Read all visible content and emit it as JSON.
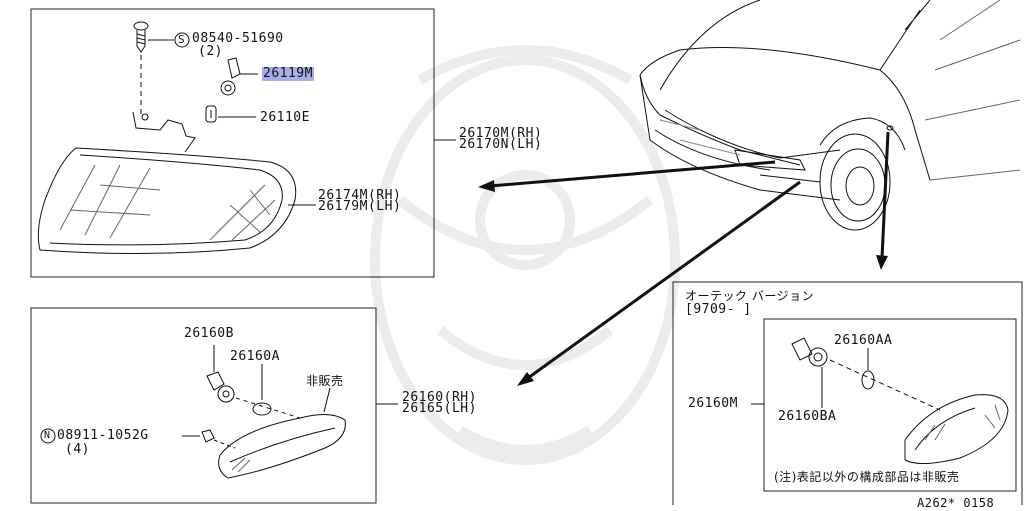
{
  "panel_top": {
    "screw_part": "08540-51690",
    "screw_qty": "(2)",
    "socket_part": "26119M",
    "bulb_part": "26110E",
    "assy_rh": "26170M(RH)",
    "assy_lh": "26170N(LH)",
    "lens_rh": "26174M(RH)",
    "lens_lh": "26179M(LH)"
  },
  "panel_bottom": {
    "socket_part": "26160B",
    "bulb_part": "26160A",
    "not_sold": "非販売",
    "assy_rh": "26160(RH)",
    "assy_lh": "26165(LH)",
    "nut_part": "08911-1052G",
    "nut_qty": "(4)"
  },
  "panel_right": {
    "version_label": "オーテック バージョン",
    "date_range": "[9709-   ]",
    "bulb_part": "26160AA",
    "assy_part": "26160M",
    "socket_part": "26160BA",
    "note": "(注)表記以外の構成部品は非販売"
  },
  "footer": {
    "diagram_code": "A262* 0158"
  }
}
